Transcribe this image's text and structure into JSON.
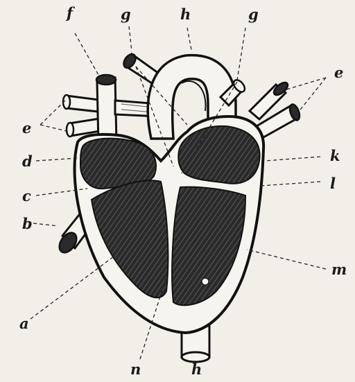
{
  "labels": {
    "f": "f",
    "g_left": "g",
    "h_top": "h",
    "g_right": "g",
    "e_right": "e",
    "e_left": "e",
    "d": "d",
    "k": "k",
    "c": "c",
    "l": "l",
    "b": "b",
    "m": "m",
    "a": "a",
    "n": "n",
    "h_bottom": "h"
  }
}
